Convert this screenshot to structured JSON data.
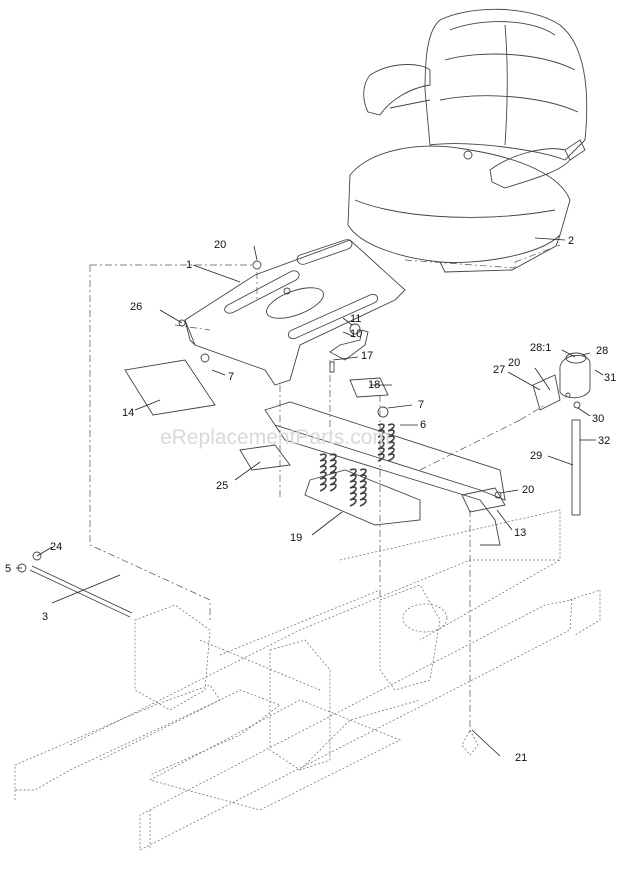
{
  "watermark": "eReplacementParts.com",
  "callouts": [
    {
      "id": "c1",
      "label": "1"
    },
    {
      "id": "c2",
      "label": "2"
    },
    {
      "id": "c3",
      "label": "3"
    },
    {
      "id": "c5",
      "label": "5"
    },
    {
      "id": "c6",
      "label": "6"
    },
    {
      "id": "c7a",
      "label": "7"
    },
    {
      "id": "c7b",
      "label": "7"
    },
    {
      "id": "c10",
      "label": "10"
    },
    {
      "id": "c11",
      "label": "11"
    },
    {
      "id": "c13",
      "label": "13"
    },
    {
      "id": "c14",
      "label": "14"
    },
    {
      "id": "c17",
      "label": "17"
    },
    {
      "id": "c18",
      "label": "18"
    },
    {
      "id": "c19",
      "label": "19"
    },
    {
      "id": "c20a",
      "label": "20"
    },
    {
      "id": "c20b",
      "label": "20"
    },
    {
      "id": "c20c",
      "label": "20"
    },
    {
      "id": "c21",
      "label": "21"
    },
    {
      "id": "c24",
      "label": "24"
    },
    {
      "id": "c25",
      "label": "25"
    },
    {
      "id": "c26",
      "label": "26"
    },
    {
      "id": "c27",
      "label": "27"
    },
    {
      "id": "c28",
      "label": "28"
    },
    {
      "id": "c281",
      "label": "28:1"
    },
    {
      "id": "c29",
      "label": "29"
    },
    {
      "id": "c30",
      "label": "30"
    },
    {
      "id": "c31",
      "label": "31"
    },
    {
      "id": "c32",
      "label": "32"
    }
  ]
}
